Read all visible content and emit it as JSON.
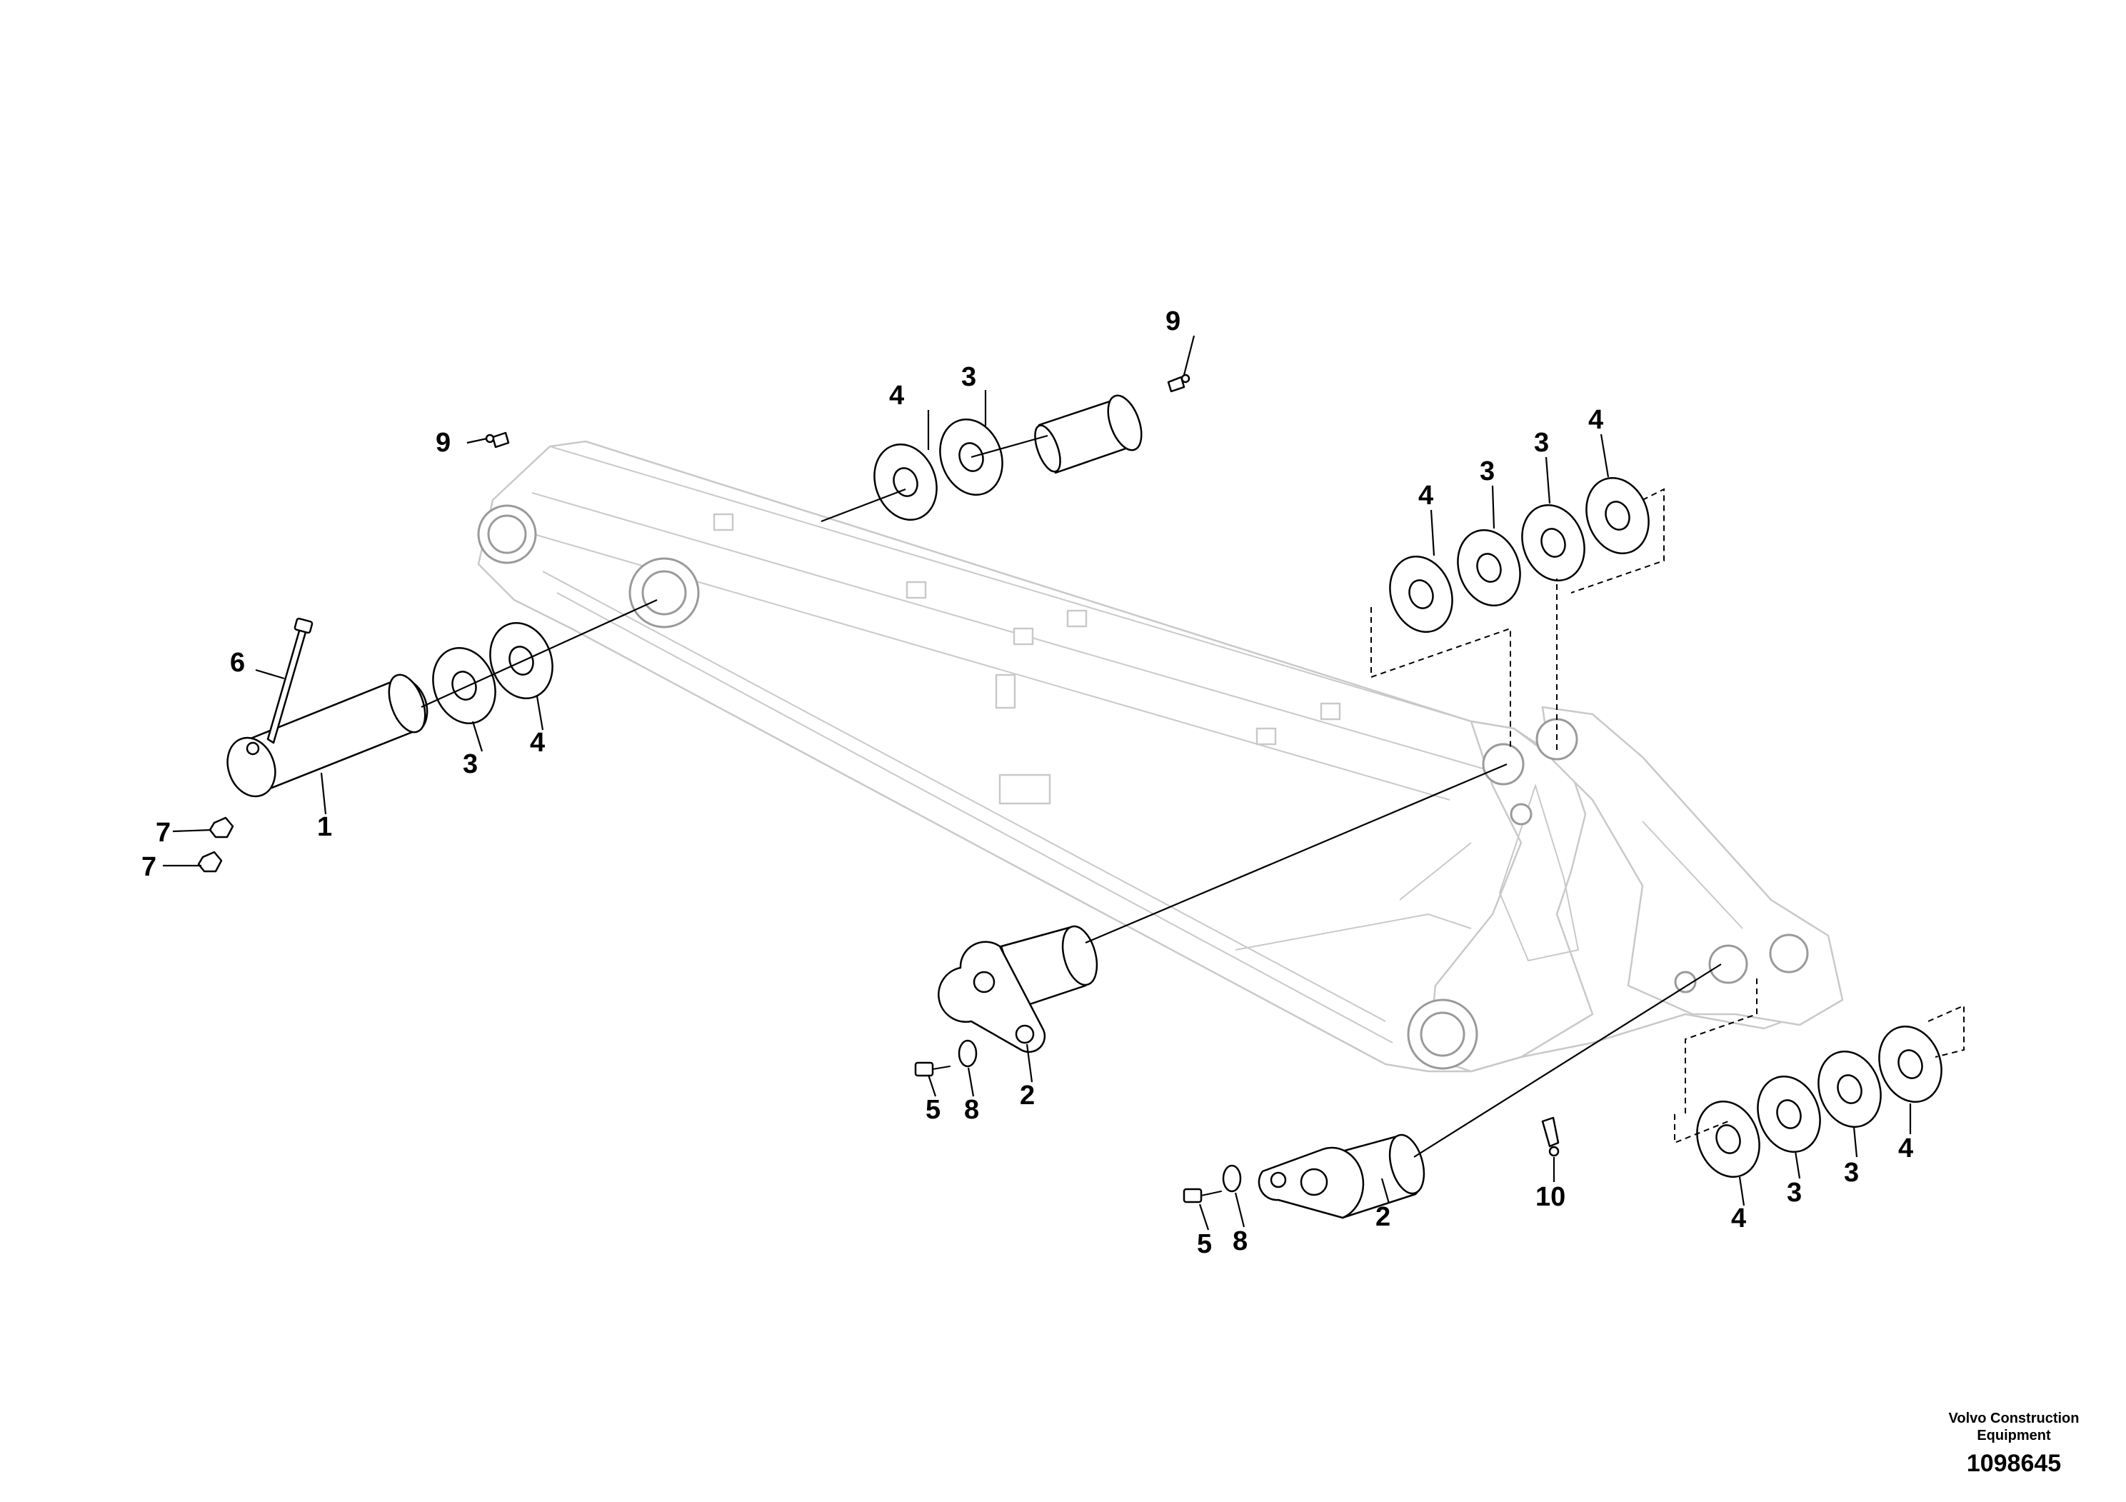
{
  "diagram": {
    "callouts": [
      {
        "id": "c9a",
        "text": "9"
      },
      {
        "id": "c3a",
        "text": "3"
      },
      {
        "id": "c4a",
        "text": "4"
      },
      {
        "id": "c9b",
        "text": "9"
      },
      {
        "id": "c6",
        "text": "6"
      },
      {
        "id": "c3b",
        "text": "3"
      },
      {
        "id": "c4b",
        "text": "4"
      },
      {
        "id": "c1",
        "text": "1"
      },
      {
        "id": "c7a",
        "text": "7"
      },
      {
        "id": "c7b",
        "text": "7"
      },
      {
        "id": "c4c",
        "text": "4"
      },
      {
        "id": "c3c",
        "text": "3"
      },
      {
        "id": "c3d",
        "text": "3"
      },
      {
        "id": "c4d",
        "text": "4"
      },
      {
        "id": "c5a",
        "text": "5"
      },
      {
        "id": "c8a",
        "text": "8"
      },
      {
        "id": "c2a",
        "text": "2"
      },
      {
        "id": "c2b",
        "text": "2"
      },
      {
        "id": "c10",
        "text": "10"
      },
      {
        "id": "c5b",
        "text": "5"
      },
      {
        "id": "c8b",
        "text": "8"
      },
      {
        "id": "c4e",
        "text": "4"
      },
      {
        "id": "c3e",
        "text": "3"
      },
      {
        "id": "c3f",
        "text": "3"
      },
      {
        "id": "c4f",
        "text": "4"
      }
    ]
  },
  "footer": {
    "company_line1": "Volvo Construction",
    "company_line2": "Equipment",
    "drawing_number": "1098645"
  }
}
